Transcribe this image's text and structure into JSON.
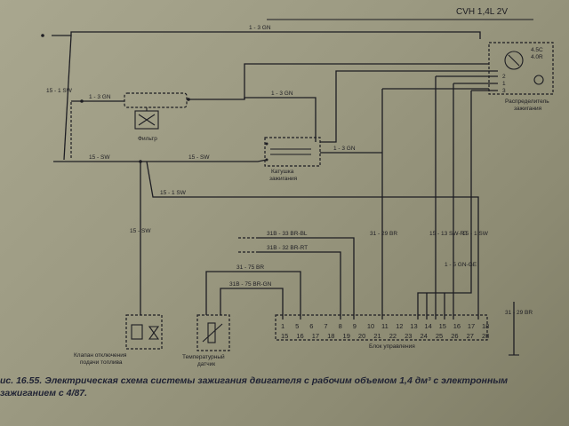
{
  "header": {
    "model": "CVH 1,4L 2V"
  },
  "wires": {
    "top": "1 - 3 GN",
    "left_vertical": "15 - 1 SW",
    "filter_left": "1 - 3 GN",
    "filter_right": "1 - 3 GN",
    "coil_right": "1 - 3 GN",
    "sw_left": "15 - SW",
    "sw_mid": "15 - SW",
    "sw_lower": "15 - 1 SW",
    "valve_vertical": "15 - SW",
    "w31b33": "31B - 33 BR-BL",
    "w31b32": "31B - 32 BR-RT",
    "w3175": "31 - 75 BR",
    "w31b75": "31B - 75 BR-GN",
    "w3129": "31 - 29 BR",
    "w1513": "15 - 13 SW-RT",
    "w151": "15 - 1 SW",
    "w15": "1 - 5 GN-GE",
    "ground": "31 - 29 BR"
  },
  "components": {
    "filter": "Фильтр",
    "coil": "Катушка зажигания",
    "distributor": "Распределитель зажигания",
    "distributor_pins": [
      "4.5C",
      "4.0R",
      "2",
      "1",
      "3"
    ],
    "valve": "Клапан отключения подачи топлива",
    "temp_sensor": "Температурный датчик",
    "control_unit": "Блок управления"
  },
  "connector": {
    "top_pins": [
      "1",
      "5",
      "6",
      "7",
      "8",
      "9",
      "10",
      "11",
      "12",
      "13",
      "14",
      "15",
      "16",
      "17",
      "18"
    ],
    "bottom_pins": [
      "15",
      "16",
      "17",
      "18",
      "19",
      "20",
      "21",
      "22",
      "23",
      "24",
      "25",
      "26",
      "27",
      "28"
    ]
  },
  "caption": {
    "line1": "ис. 16.55. Электрическая схема системы зажигания двигателя с рабочим объемом 1,4 дм³ с электронным",
    "line2": "зажиганием с 4/87."
  }
}
